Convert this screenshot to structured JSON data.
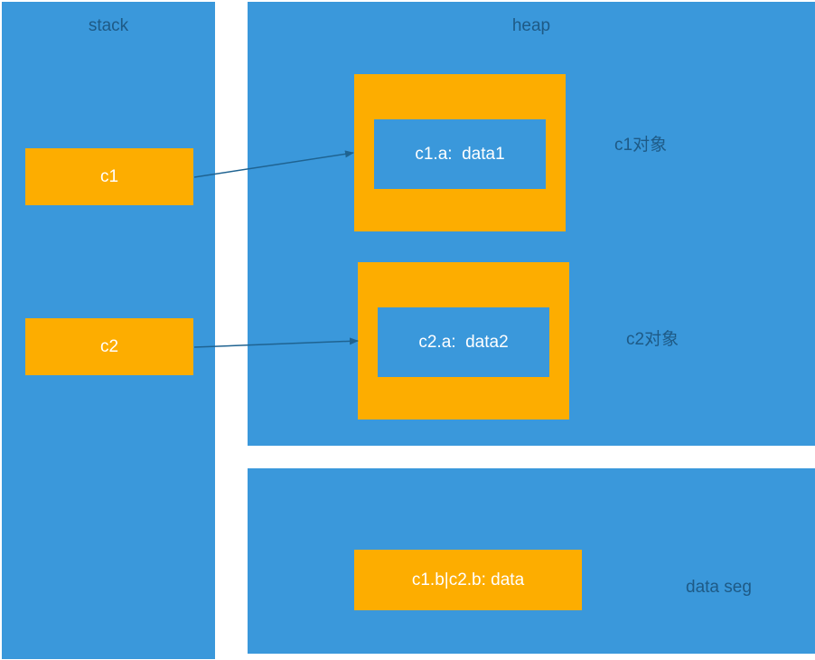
{
  "stack": {
    "title": "stack",
    "vars": [
      {
        "label": "c1"
      },
      {
        "label": "c2"
      }
    ]
  },
  "heap": {
    "title": "heap",
    "objects": [
      {
        "field": "c1.a:  data1",
        "caption": "c1对象"
      },
      {
        "field": "c2.a:  data2",
        "caption": "c2对象"
      }
    ]
  },
  "data_seg": {
    "title": "data seg",
    "value": "c1.b|c2.b: data"
  },
  "colors": {
    "region": "#3a98db",
    "box": "#fdad00",
    "title_text": "#1e5a86",
    "label_text": "#ffffff",
    "arrow": "#1f6391"
  }
}
